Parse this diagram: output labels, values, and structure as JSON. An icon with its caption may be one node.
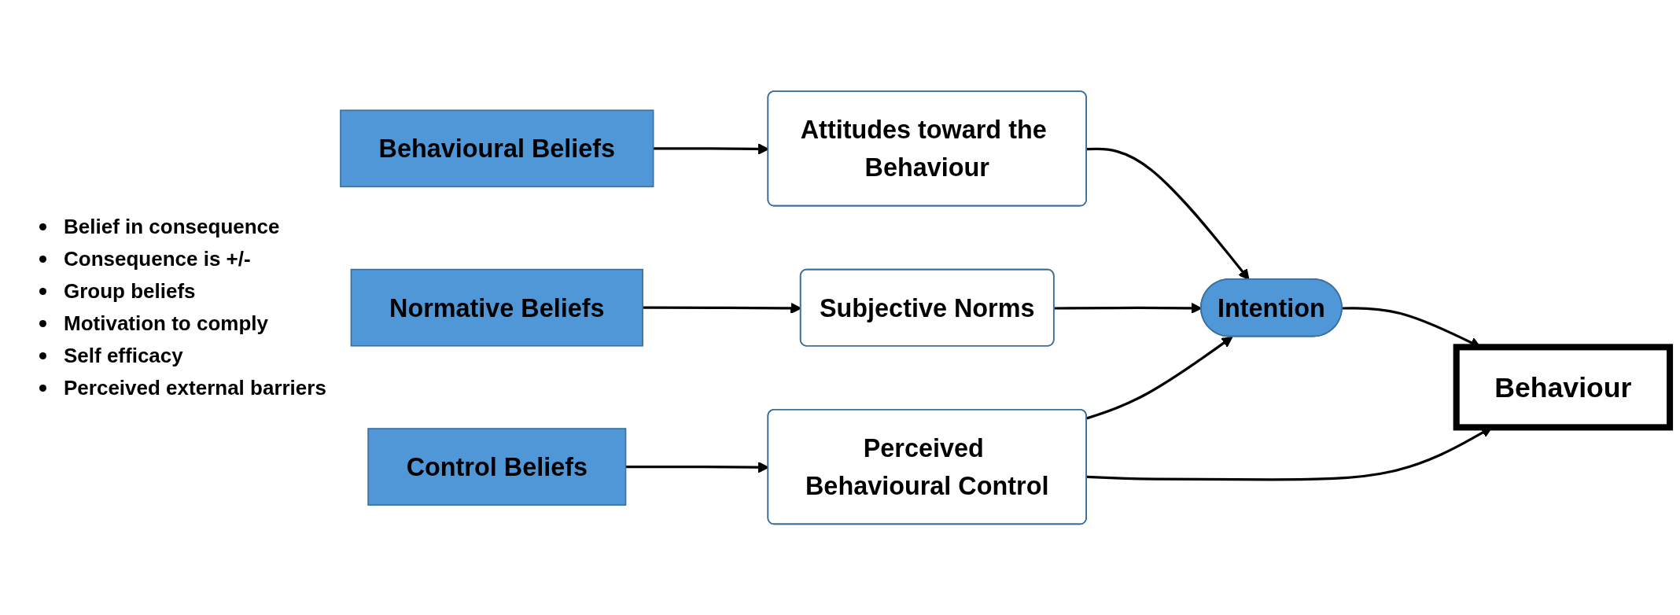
{
  "diagram": {
    "nodes": [
      {
        "text": [
          "Behavioural Beliefs"
        ]
      },
      {
        "text": [
          "Attitudes toward the Behaviour"
        ]
      },
      {
        "text": [
          "Normative Beliefs"
        ]
      },
      {
        "text": [
          "Subjective Norms"
        ]
      },
      {
        "text": [
          "Control Beliefs"
        ]
      },
      {
        "text": [
          "Perceived Behavioural Control"
        ]
      },
      {
        "text": [
          "Intention"
        ]
      },
      {
        "text": [
          "Behaviour"
        ]
      }
    ],
    "edges": [
      {
        "from": 0,
        "to": 1,
        "arrow": "to"
      },
      {
        "from": 1,
        "to": 6,
        "arrow": "to"
      },
      {
        "from": 2,
        "to": 3,
        "arrow": "to"
      },
      {
        "from": 3,
        "to": 6,
        "arrow": "to"
      },
      {
        "from": 4,
        "to": 5,
        "arrow": "to"
      },
      {
        "from": 5,
        "to": 6,
        "arrow": "to"
      },
      {
        "from": 6,
        "to": 7,
        "arrow": "to"
      },
      {
        "from": 5,
        "to": 7,
        "arrow": "to"
      }
    ],
    "labels": [
      "Belief in consequence",
      "Consequence is +/-",
      "Group beliefs",
      "Motivation to comply",
      "Self efficacy",
      "Perceived external barriers"
    ]
  }
}
